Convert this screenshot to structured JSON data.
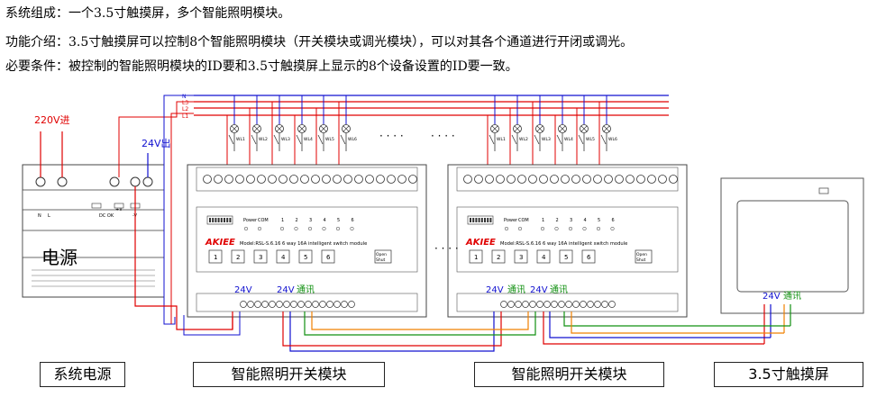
{
  "header": {
    "line1": "系统组成：一个3.5寸触摸屏，多个智能照明模块。",
    "line2": "功能介绍：3.5寸触摸屏可以控制8个智能照明模块（开关模块或调光模块），可以对其各个通道进行开闭或调光。",
    "line3": "必要条件：被控制的智能照明模块的ID要和3.5寸触摸屏上显示的8个设备设置的ID要一致。"
  },
  "power_supply": {
    "label": "电源",
    "input_label": "220V进",
    "output_label": "24V出",
    "term_n": "N",
    "term_l": "L",
    "term_dcok": "DC OK",
    "term_plus": "+V",
    "term_minus": "-V"
  },
  "bus_lines": [
    "N",
    "L3",
    "L2",
    "L1"
  ],
  "lamp_labels": [
    "WL1",
    "WL2",
    "WL3",
    "WL4",
    "WL5",
    "WL6"
  ],
  "ellipsis": "· · · ·",
  "module": {
    "brand": "AKIEE",
    "power": "Power",
    "com": "COM",
    "channels": [
      "1",
      "2",
      "3",
      "4",
      "5",
      "6"
    ],
    "model": "Model:RSL-S.6.16  6 way 16A intelligent switch module",
    "open": "Open",
    "shut": "Shut",
    "v24": "24V",
    "comm": "通讯"
  },
  "touch": {
    "v24": "24V",
    "comm": "通讯"
  },
  "labels": {
    "power": "系统电源",
    "module1": "智能照明开关模块",
    "module2": "智能照明开关模块",
    "touch": "3.5寸触摸屏"
  },
  "colors": {
    "red": "#e00000",
    "blue": "#1010d0",
    "green": "#109010",
    "orange": "#f08000",
    "darkred": "#a01010"
  }
}
